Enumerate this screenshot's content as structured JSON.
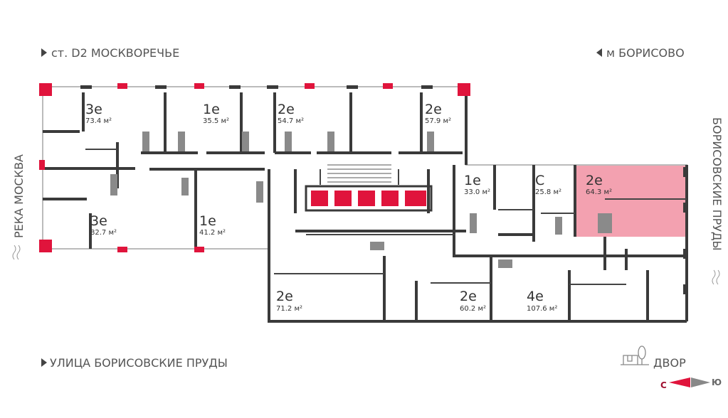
{
  "directions": {
    "top_left": "ст. D2 МОСКВОРЕЧЬЕ",
    "top_right": "м БОРИСОВО",
    "left": "РЕКА МОСКВА",
    "right": "БОРИСОВСКИЕ ПРУДЫ",
    "bottom_left": "УЛИЦА БОРИСОВСКИЕ ПРУДЫ",
    "bottom_right": "ДВОР"
  },
  "compass": {
    "north": "С",
    "south": "Ю"
  },
  "colors": {
    "accent": "#e0143c",
    "highlight": "#f08a9c",
    "wall": "#3a3a3a"
  },
  "apartments": [
    {
      "type": "3е",
      "area": "73.4 м²"
    },
    {
      "type": "1е",
      "area": "35.5 м²"
    },
    {
      "type": "2е",
      "area": "54.7 м²"
    },
    {
      "type": "2е",
      "area": "57.9 м²"
    },
    {
      "type": "3е",
      "area": "82.7 м²"
    },
    {
      "type": "1е",
      "area": "41.2 м²"
    },
    {
      "type": "1е",
      "area": "33.0 м²"
    },
    {
      "type": "С",
      "area": "25.8 м²"
    },
    {
      "type": "2е",
      "area": "64.3 м²",
      "selected": true
    },
    {
      "type": "2е",
      "area": "71.2 м²"
    },
    {
      "type": "2е",
      "area": "60.2 м²"
    },
    {
      "type": "4е",
      "area": "107.6 м²"
    }
  ]
}
